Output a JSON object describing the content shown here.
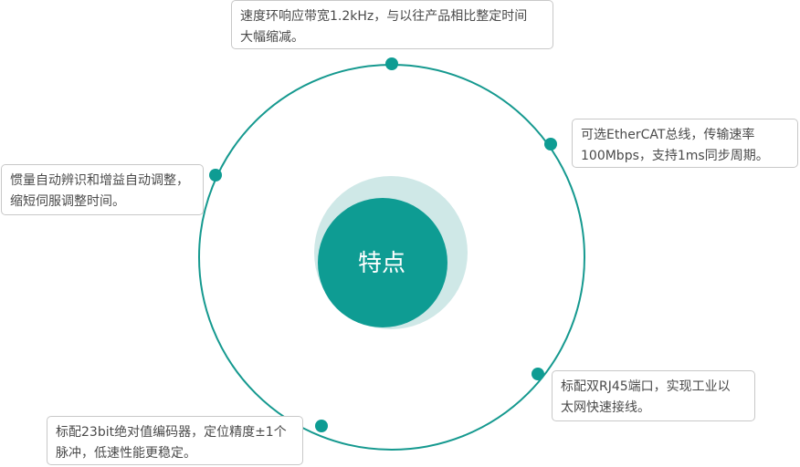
{
  "colors": {
    "accent": "#0e9c93",
    "halo": "#cfe8e7",
    "ring": "#15998f",
    "box_border": "#c8c8c8",
    "text": "#4a4a4a"
  },
  "center": {
    "title": "特点"
  },
  "features": [
    {
      "lines": [
        "速度环响应带宽1.2kHz，与以往产品相比整定时间",
        "大幅缩减。"
      ]
    },
    {
      "lines": [
        "可选EtherCAT总线，传输速率",
        "100Mbps，支持1ms同步周期。"
      ]
    },
    {
      "lines": [
        "标配双RJ45端口，实现工业以",
        "太网快速接线。"
      ]
    },
    {
      "lines": [
        "标配23bit绝对值编码器，定位精度±1个",
        "脉冲，低速性能更稳定。"
      ]
    },
    {
      "lines": [
        "惯量自动辨识和增益自动调整，",
        "缩短伺服调整时间。"
      ]
    }
  ]
}
